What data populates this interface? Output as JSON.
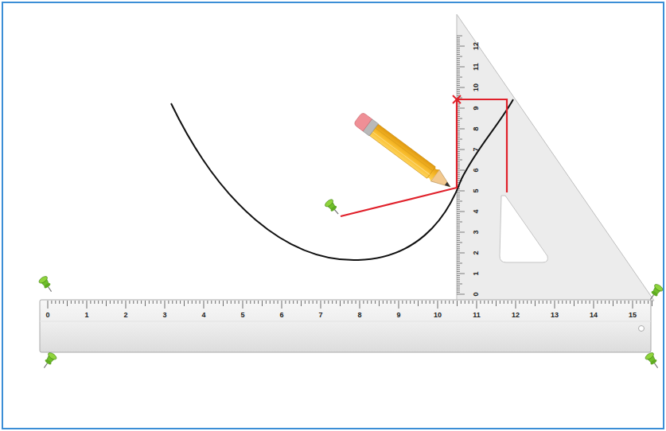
{
  "diagram": {
    "labels": [
      "0",
      "1",
      "2",
      "3",
      "4",
      "5",
      "6",
      "7",
      "8",
      "9",
      "10",
      "11",
      "12",
      "13",
      "14",
      "15",
      "0",
      "1",
      "2",
      "3",
      "4",
      "5",
      "6",
      "7",
      "8",
      "9",
      "10",
      "11",
      "12"
    ]
  }
}
